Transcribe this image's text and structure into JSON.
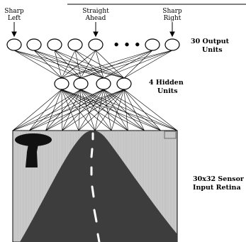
{
  "output_labels": {
    "sharp_left": [
      "Sharp",
      "Left"
    ],
    "straight_ahead": [
      "Straight",
      "Ahead"
    ],
    "sharp_right": [
      "Sharp",
      "Right"
    ]
  },
  "output_layer": {
    "label": [
      "30 Output",
      "Units"
    ],
    "unit_count": 30,
    "ellipsis": "• • •"
  },
  "hidden_layer": {
    "label": [
      "4 Hidden",
      "Units"
    ],
    "unit_count": 4
  },
  "input_layer": {
    "label": [
      "30x32 Sensor",
      "Input Retina"
    ],
    "rows": 30,
    "cols": 32
  },
  "colors": {
    "node_fill": "#ffffff",
    "stroke": "#000000",
    "retina_background": "#cfcfcf",
    "road": "#3d3d3d",
    "lane_marking": "#ffffff",
    "tree": "#111111"
  }
}
